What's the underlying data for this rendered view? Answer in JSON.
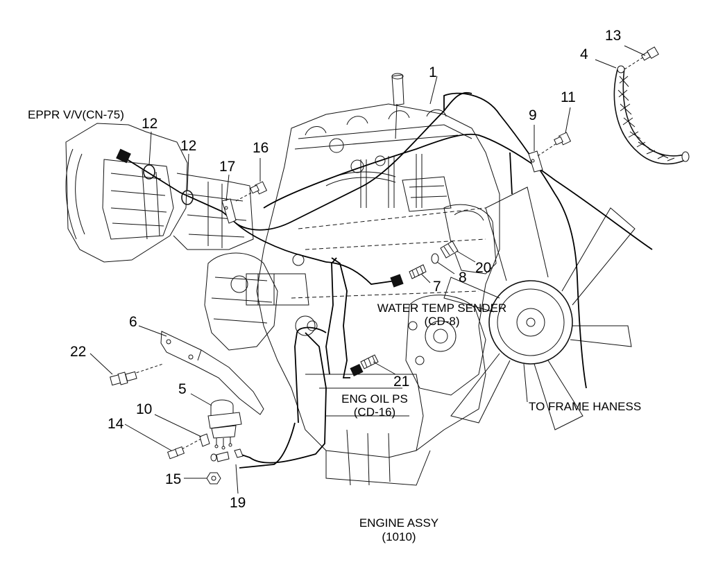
{
  "part_numbers": {
    "p1": "1",
    "p4": "4",
    "p5": "5",
    "p6": "6",
    "p7": "7",
    "p8": "8",
    "p9": "9",
    "p10": "10",
    "p11": "11",
    "p12a": "12",
    "p12b": "12",
    "p13": "13",
    "p14": "14",
    "p15": "15",
    "p16": "16",
    "p17": "17",
    "p19": "19",
    "p20": "20",
    "p21": "21",
    "p22": "22"
  },
  "callouts": {
    "eppr": "EPPR V/V(CN-75)",
    "water_temp_title": "WATER TEMP SENDER",
    "water_temp_code": "(CD-8)",
    "eng_oil_title": "ENG OIL PS",
    "eng_oil_code": "(CD-16)",
    "frame_harness": "TO FRAME HANESS",
    "engine_title": "ENGINE ASSY",
    "engine_code": "(1010)"
  }
}
